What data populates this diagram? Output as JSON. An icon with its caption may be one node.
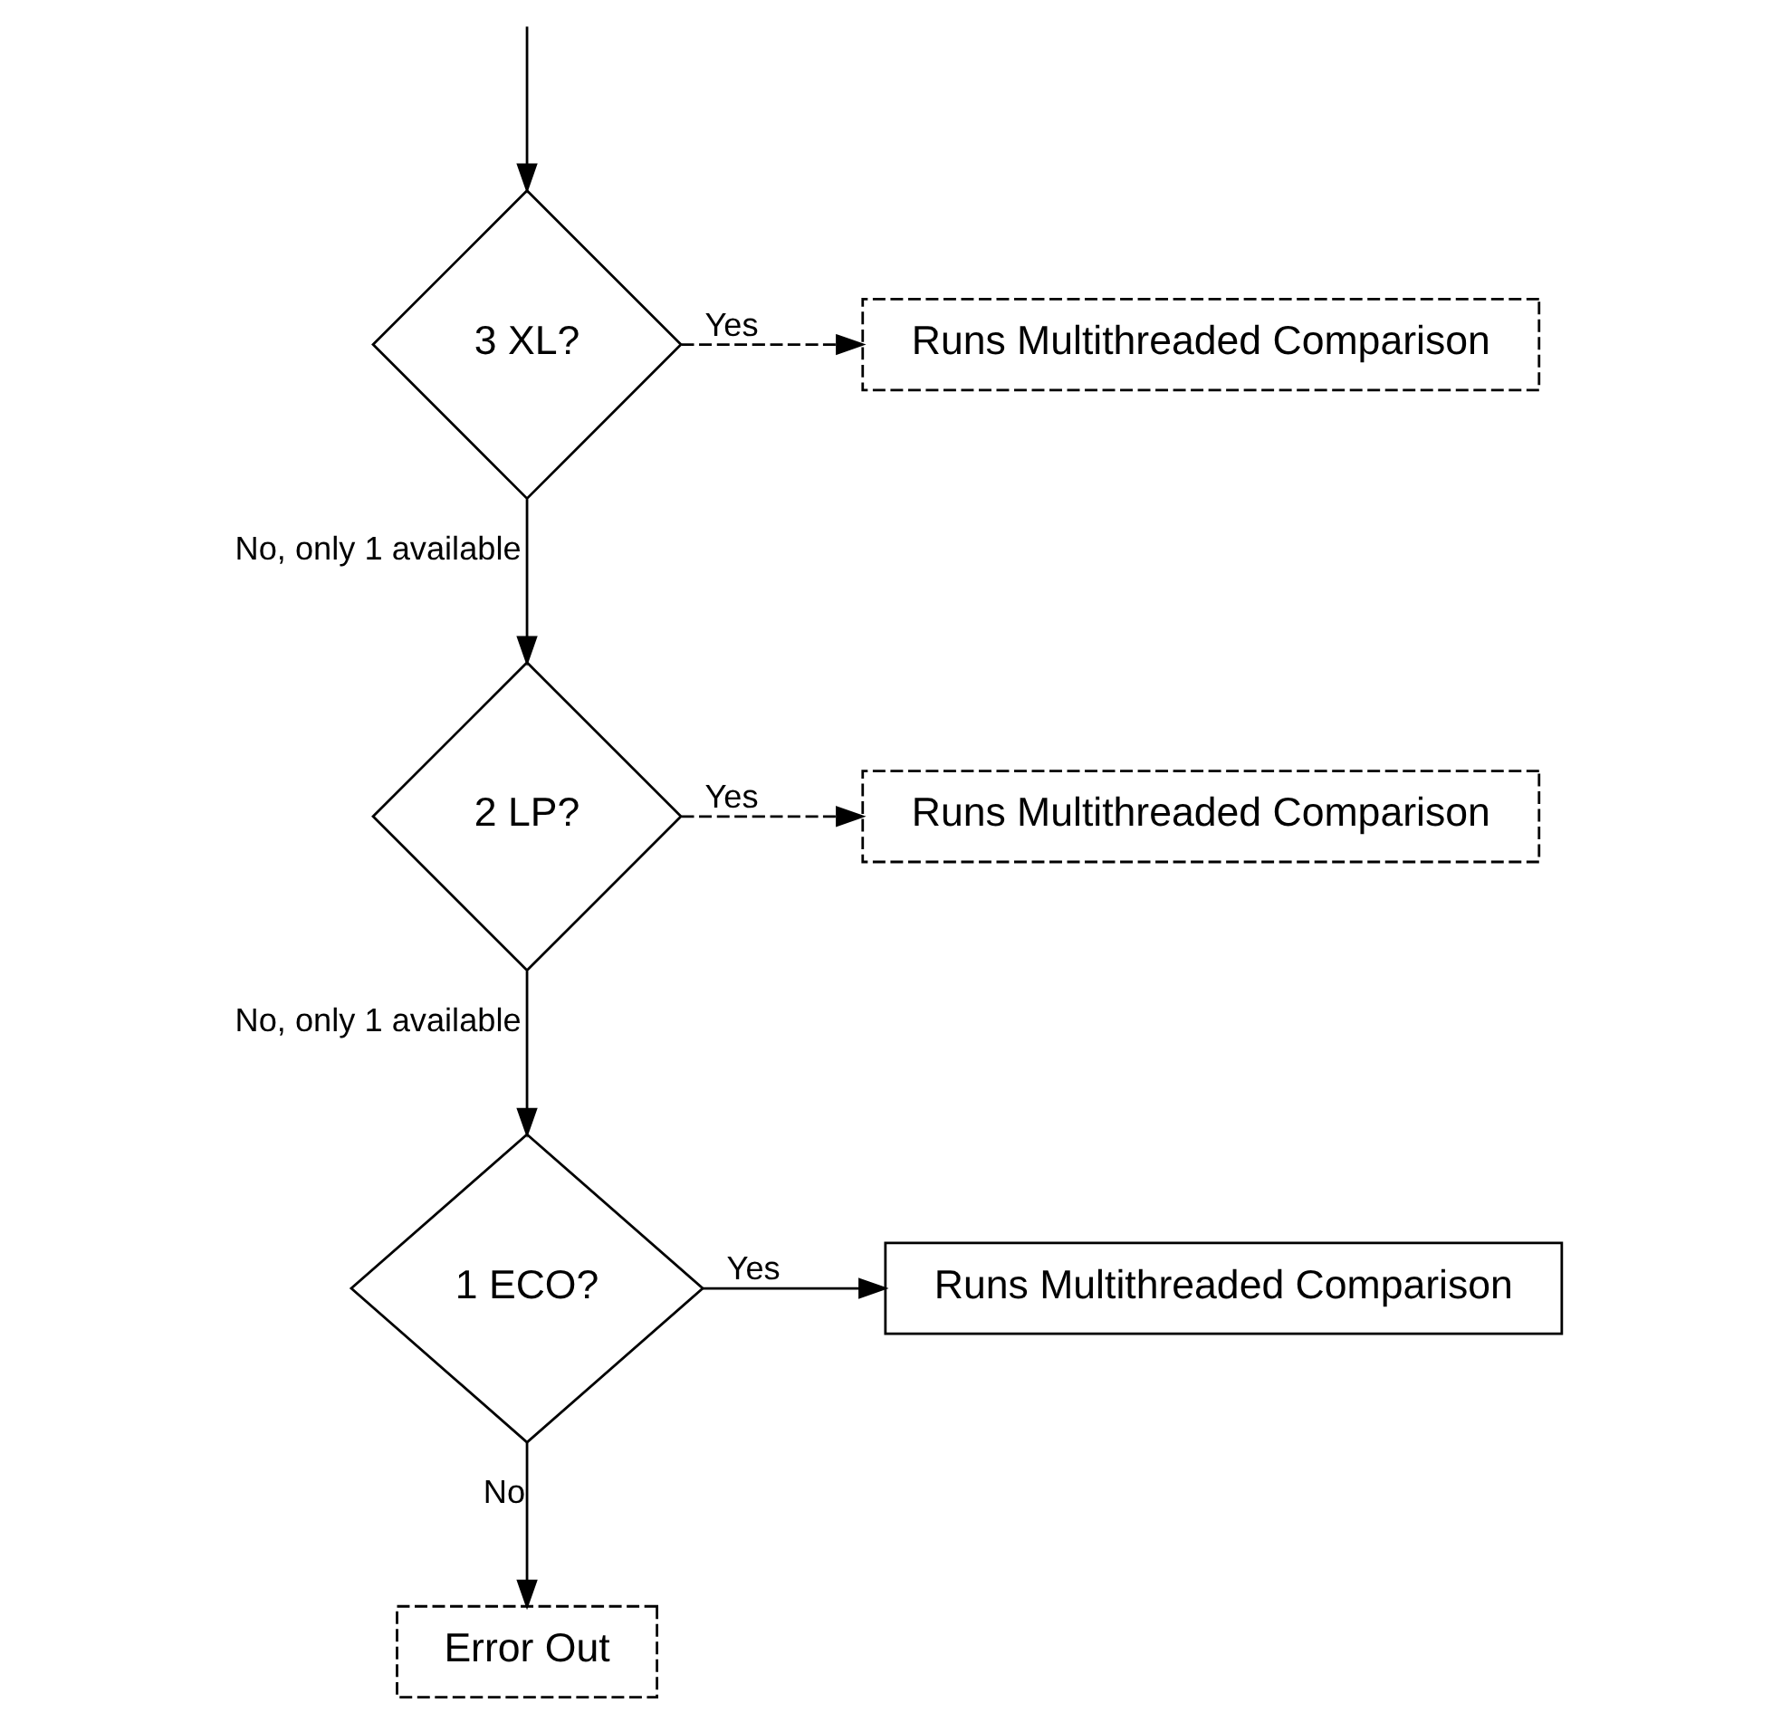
{
  "diagram": {
    "nodes": [
      {
        "text": [
          "3 XL?"
        ]
      },
      {
        "text": [
          "Runs Multithreaded Comparison"
        ]
      },
      {
        "text": [
          "2 LP?"
        ]
      },
      {
        "text": [
          "Runs Multithreaded Comparison"
        ]
      },
      {
        "text": [
          "1 ECO?"
        ]
      },
      {
        "text": [
          "Runs Multithreaded Comparison"
        ]
      },
      {
        "text": [
          "Error Out"
        ]
      }
    ],
    "edges": [
      {
        "from": null,
        "to": 0,
        "arrow": "to"
      },
      {
        "from": 0,
        "to": 1,
        "arrow": "to",
        "label": "Yes",
        "style": "dashed"
      },
      {
        "from": 0,
        "to": 2,
        "arrow": "to",
        "label": "No, only 1 available"
      },
      {
        "from": 2,
        "to": 3,
        "arrow": "to",
        "label": "Yes",
        "style": "dashed"
      },
      {
        "from": 2,
        "to": 4,
        "arrow": "to",
        "label": "No, only 1 available"
      },
      {
        "from": 4,
        "to": 5,
        "arrow": "to",
        "label": "Yes"
      },
      {
        "from": 4,
        "to": 6,
        "arrow": "to",
        "label": "No"
      }
    ]
  }
}
